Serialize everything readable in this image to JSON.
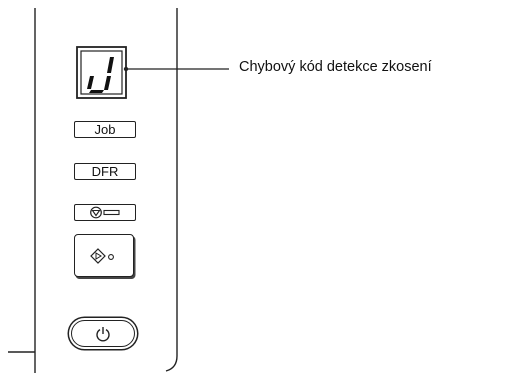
{
  "panel": {
    "display": {
      "value": "J",
      "icon": "seven-segment-display"
    },
    "buttons": {
      "job_label": "Job",
      "dfr_label": "DFR",
      "stop_icon": "stop-icon",
      "start_icon": "start-icon",
      "power_icon": "power-icon"
    }
  },
  "callout": {
    "label": "Chybový kód detekce zkosení"
  }
}
